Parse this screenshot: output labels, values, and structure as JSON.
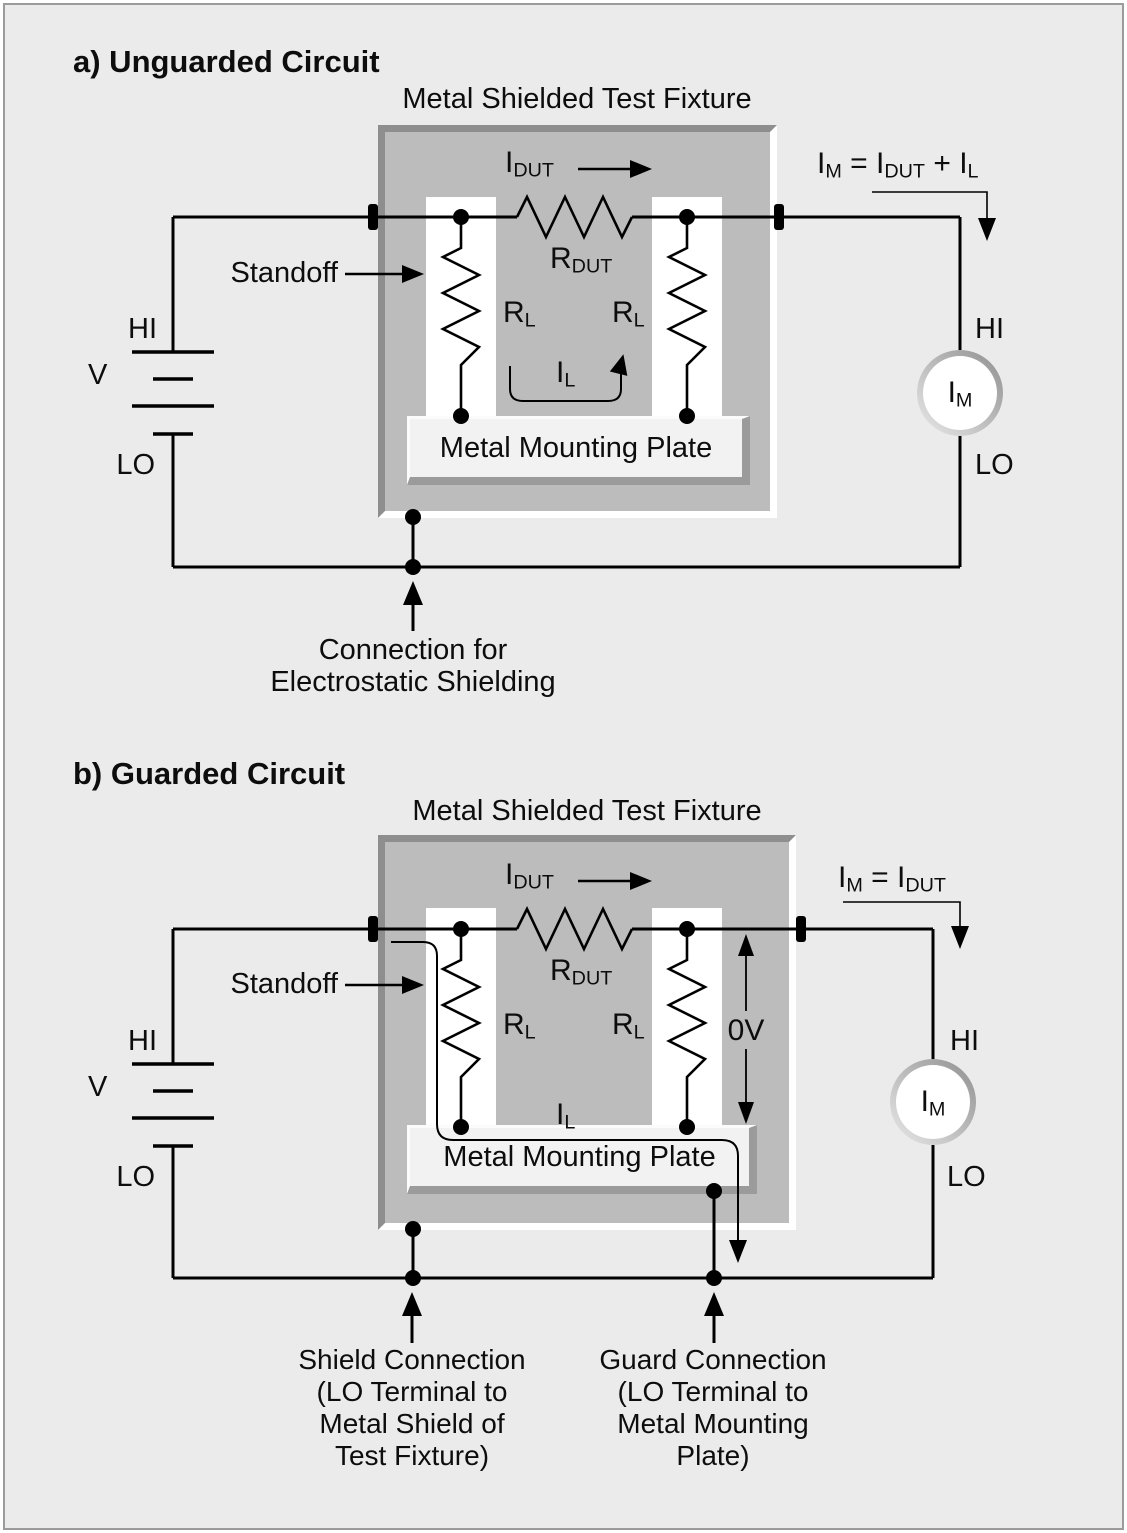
{
  "page": {
    "bg": "#ebebeb",
    "frame_border": "#9b9b9b",
    "fixture_fill": "#bcbcbc",
    "fixture_edge": "#8e8e8e",
    "plate_fill": "#f2f2f2",
    "plate_shadow": "#9b9b9b",
    "wire_color": "#000000"
  },
  "circuit_a": {
    "title": "a) Unguarded Circuit",
    "fixture_label": "Metal Shielded Test Fixture",
    "standoff_label": "Standoff",
    "plate_label": "Metal Mounting Plate",
    "source_hi": "HI",
    "source_lo": "LO",
    "source_v": "V",
    "meter_hi": "HI",
    "meter_lo": "LO",
    "idut": {
      "base": "I",
      "sub": "DUT"
    },
    "rdut": {
      "base": "R",
      "sub": "DUT"
    },
    "rl_left": {
      "base": "R",
      "sub": "L"
    },
    "rl_right": {
      "base": "R",
      "sub": "L"
    },
    "il": {
      "base": "I",
      "sub": "L"
    },
    "meter": {
      "base": "I",
      "sub": "M"
    },
    "equation": {
      "p1": "I",
      "s1": "M",
      "p2": " = I",
      "s2": "DUT",
      "p3": " + I",
      "s3": "L"
    },
    "caption": [
      "Connection for",
      "Electrostatic Shielding"
    ]
  },
  "circuit_b": {
    "title": "b) Guarded Circuit",
    "fixture_label": "Metal Shielded Test Fixture",
    "standoff_label": "Standoff",
    "plate_label": "Metal Mounting Plate",
    "source_hi": "HI",
    "source_lo": "LO",
    "source_v": "V",
    "meter_hi": "HI",
    "meter_lo": "LO",
    "ov_label": "0V",
    "idut": {
      "base": "I",
      "sub": "DUT"
    },
    "rdut": {
      "base": "R",
      "sub": "DUT"
    },
    "rl_left": {
      "base": "R",
      "sub": "L"
    },
    "rl_right": {
      "base": "R",
      "sub": "L"
    },
    "il": {
      "base": "I",
      "sub": "L"
    },
    "meter": {
      "base": "I",
      "sub": "M"
    },
    "equation": {
      "p1": "I",
      "s1": "M",
      "p2": " = I",
      "s2": "DUT"
    },
    "shield_caption": [
      "Shield Connection",
      "(LO Terminal to",
      "Metal Shield of",
      "Test Fixture)"
    ],
    "guard_caption": [
      "Guard Connection",
      "(LO Terminal to",
      "Metal Mounting",
      "Plate)"
    ]
  }
}
